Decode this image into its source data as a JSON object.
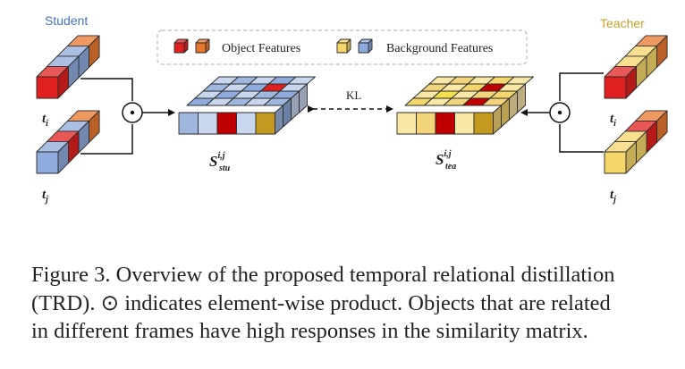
{
  "labels": {
    "student": "Student",
    "teacher": "Teacher",
    "kl": "KL",
    "ti": {
      "base": "t",
      "sub": "i"
    },
    "tj": {
      "base": "t",
      "sub": "j"
    },
    "s_stu": {
      "base": "S",
      "sup": "i,j",
      "sub": "stu"
    },
    "s_tea": {
      "base": "S",
      "sup": "i,j",
      "sub": "tea"
    }
  },
  "legend": {
    "object_features": "Object Features",
    "background_features": "Background Features"
  },
  "operator_symbol": "⊙",
  "colors": {
    "student_title": "#4472c4",
    "teacher_title": "#c9a227",
    "object_red": "#e0201f",
    "object_orange": "#e8772e",
    "background_yellow": "#f5d66b",
    "background_blue": "#8faadc",
    "teacher_dark_red": "#c00000",
    "teacher_gold": "#c39a1f",
    "student_grey": "#b4c7e7"
  },
  "caption": [
    "Figure 3. Overview of the proposed temporal relational distillation",
    "(TRD). ⊙ indicates element-wise product. Objects that are related",
    "in different frames have high responses in the similarity matrix."
  ]
}
